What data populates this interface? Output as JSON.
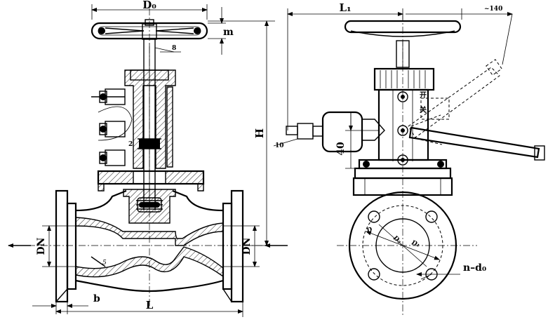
{
  "labels": {
    "d0": "D₀",
    "m": "m",
    "eight": "8",
    "h": "H",
    "dn_left": "DN",
    "dn_right": "DN",
    "b": "b",
    "l": "L",
    "two": "2",
    "r": "5",
    "l1": "L₁",
    "approx140": "~140",
    "open_char": "开",
    "close_char": "关",
    "ten": "10",
    "forty": "40",
    "d": "D",
    "d1": "D₁",
    "d2": "D₂",
    "n_d0": "n–d₀"
  }
}
